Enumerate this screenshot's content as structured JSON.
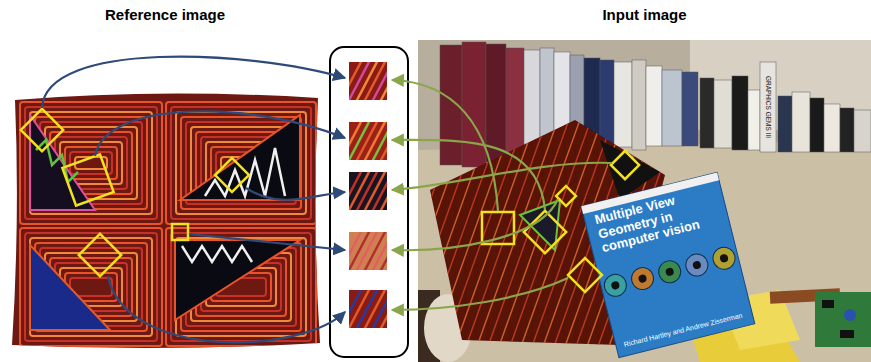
{
  "diagram": {
    "nodes": [
      {
        "text": [
          "Reference image"
        ]
      },
      {
        "text": [
          "Input image"
        ]
      }
    ],
    "labels": [
      "Multiple View Geometry in computer vision",
      "Richard Hartley and Andrew Zisserman",
      "GRAPHICS GEMS III"
    ]
  }
}
